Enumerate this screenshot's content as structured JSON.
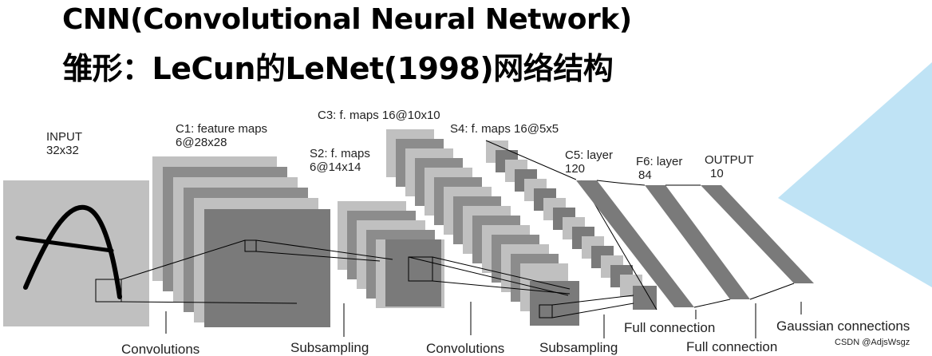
{
  "title": {
    "line1": "CNN(Convolutional Neural Network)",
    "line2": "雏形：LeCun的LeNet(1998)网络结构"
  },
  "diagram": {
    "input": {
      "line1": "INPUT",
      "line2": "32x32",
      "glyph": "A"
    },
    "c1": {
      "line1": "C1: feature maps",
      "line2": "6@28x28"
    },
    "s2": {
      "line1": "S2: f. maps",
      "line2": "6@14x14"
    },
    "c3": {
      "line1": "C3: f. maps 16@10x10"
    },
    "s4": {
      "line1": "S4: f. maps 16@5x5"
    },
    "c5": {
      "line1": "C5: layer",
      "line2": "120"
    },
    "f6": {
      "line1": "F6: layer",
      "line2": "84"
    },
    "output": {
      "line1": "OUTPUT",
      "line2": "10"
    },
    "operations": {
      "conv1": "Convolutions",
      "sub1": "Subsampling",
      "conv2": "Convolutions",
      "sub2": "Subsampling",
      "full1": "Full connection",
      "full2": "Full connection",
      "gauss": "Gaussian connections"
    }
  },
  "watermark": "CSDN @AdjsWsgz",
  "colors": {
    "light_gray": "#c0c0c0",
    "mid_gray": "#8c8c8c",
    "dark_gray": "#7a7a7a",
    "accent_blue": "#bfe3f5"
  }
}
